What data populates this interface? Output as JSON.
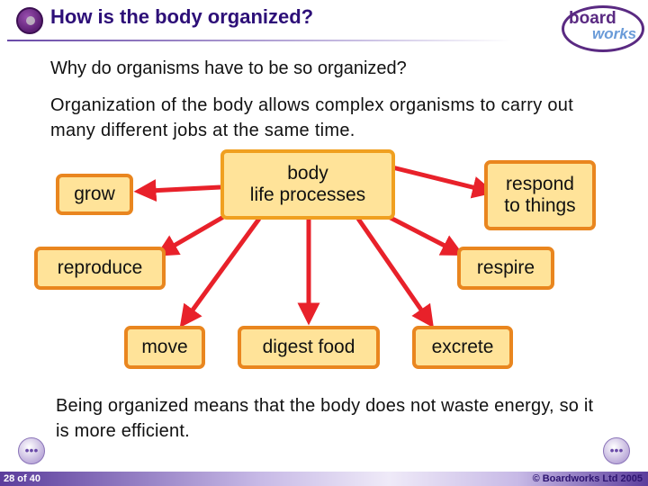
{
  "header": {
    "title": "How is the body organized?",
    "logo_word_1": "board",
    "logo_word_2": "works"
  },
  "intro": {
    "question": "Why do organisms have to be so organized?",
    "answer": "Organization of the body allows complex organisms to carry out many different jobs at the same time."
  },
  "diagram": {
    "center_line_1": "body",
    "center_line_2": "life processes",
    "nodes": {
      "grow": "grow",
      "respond_line_1": "respond",
      "respond_line_2": "to things",
      "reproduce": "reproduce",
      "respire": "respire",
      "move": "move",
      "digest": "digest food",
      "excrete": "excrete"
    },
    "colors": {
      "box_fill": "#ffe399",
      "box_border": "#e9861f",
      "arrow": "#e8212a"
    }
  },
  "conclusion": "Being organized means that the body does not waste energy, so it is more efficient.",
  "footer": {
    "slide_number": "28 of 40",
    "copyright": "© Boardworks Ltd 2005"
  },
  "icons": {
    "title": "molecule-icon",
    "prev": "previous-slide-icon",
    "next": "next-slide-icon"
  }
}
